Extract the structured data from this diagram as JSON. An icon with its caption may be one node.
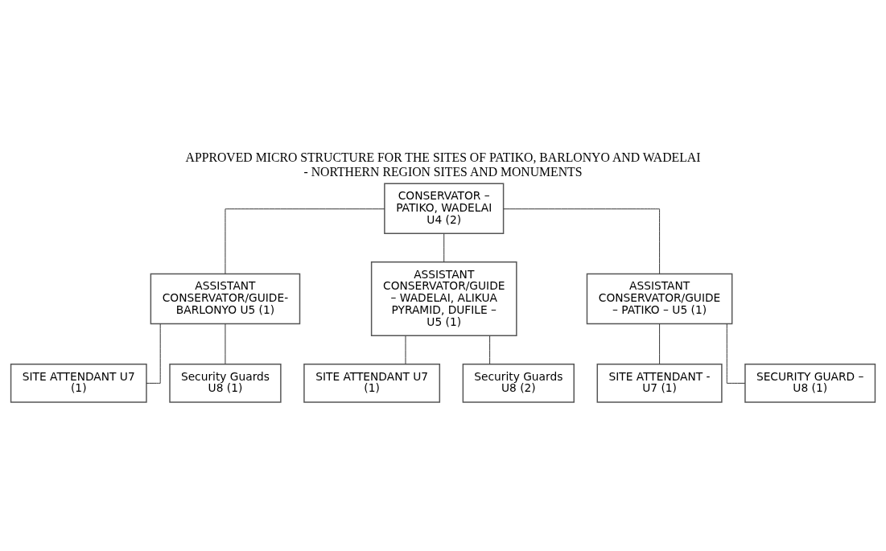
{
  "diagram": {
    "title": "APPROVED MICRO STRUCTURE FOR THE SITES OF PATIKO, BARLONYO AND WADELAI - NORTHERN REGION SITES AND MONUMENTS",
    "nodes": [
      {
        "text": [
          "CONSERVATOR – PATIKO, WADELAI U4 (2)"
        ]
      },
      {
        "text": [
          "ASSISTANT CONSERVATOR/GUIDE- BARLONYO U5 (1)"
        ]
      },
      {
        "text": [
          "ASSISTANT CONSERVATOR/GUIDE – WADELAI, ALIKUA PYRAMID, DUFILE – U5 (1)"
        ]
      },
      {
        "text": [
          "ASSISTANT CONSERVATOR/GUIDE – PATIKO – U5 (1)"
        ]
      },
      {
        "text": [
          "SITE ATTENDANT U7 (1)"
        ]
      },
      {
        "text": [
          "Security Guards U8 (1)"
        ]
      },
      {
        "text": [
          "SITE ATTENDANT U7 (1)"
        ]
      },
      {
        "text": [
          "Security Guards U8 (2)"
        ]
      },
      {
        "text": [
          "SITE ATTENDANT - U7 (1)"
        ]
      },
      {
        "text": [
          "SECURITY GUARD – U8 (1)"
        ]
      }
    ],
    "edges": [
      {
        "from": 0,
        "to": 1,
        "arrow": "none"
      },
      {
        "from": 0,
        "to": 2,
        "arrow": "none"
      },
      {
        "from": 0,
        "to": 3,
        "arrow": "none"
      },
      {
        "from": 1,
        "to": 4,
        "arrow": "none"
      },
      {
        "from": 1,
        "to": 5,
        "arrow": "none"
      },
      {
        "from": 2,
        "to": 6,
        "arrow": "none"
      },
      {
        "from": 2,
        "to": 7,
        "arrow": "none"
      },
      {
        "from": 3,
        "to": 8,
        "arrow": "none"
      },
      {
        "from": 3,
        "to": 9,
        "arrow": "none"
      }
    ]
  }
}
